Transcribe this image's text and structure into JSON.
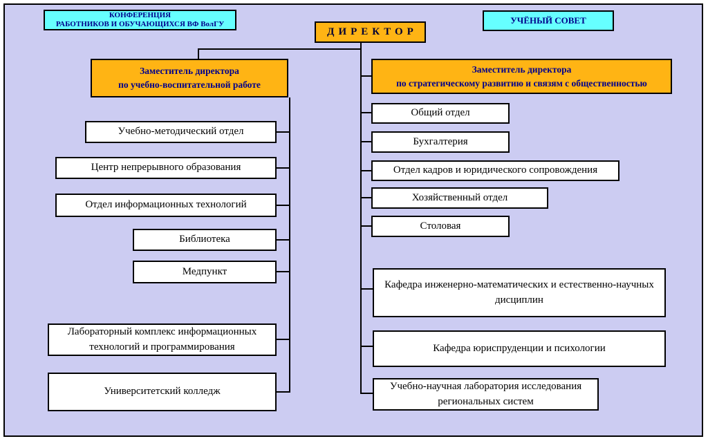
{
  "colors": {
    "panel_bg": "#ccccf2",
    "accent_orange": "#ffb414",
    "accent_cyan": "#66ffff",
    "header_text": "#00008b",
    "line_color": "#000000"
  },
  "governance": {
    "conference": {
      "lines": [
        "КОНФЕРЕНЦИЯ",
        "РАБОТНИКОВ И ОБУЧАЮЩИХСЯ ВФ ВолГУ"
      ]
    },
    "council": {
      "label": "УЧЁНЫЙ СОВЕТ"
    },
    "director": {
      "label": "ДИРЕКТОР"
    }
  },
  "left_branch": {
    "head": {
      "lines": [
        "Заместитель директора",
        "по учебно-воспитательной работе"
      ]
    },
    "units": [
      {
        "label": "Учебно-методический отдел"
      },
      {
        "label": "Центр непрерывного образования"
      },
      {
        "label": "Отдел информационных технологий"
      },
      {
        "label": "Библиотека"
      },
      {
        "label": "Медпункт"
      },
      {
        "label": "Лабораторный комплекс информационных технологий и программирования"
      },
      {
        "label": "Университетский колледж"
      }
    ]
  },
  "right_branch": {
    "head": {
      "lines": [
        "Заместитель директора",
        "по стратегическому развитию и связям с общественностью"
      ]
    },
    "units": [
      {
        "label": "Общий отдел"
      },
      {
        "label": "Бухгалтерия"
      },
      {
        "label": "Отдел кадров и юридического сопровождения"
      },
      {
        "label": "Хозяйственный отдел"
      },
      {
        "label": "Столовая"
      },
      {
        "label": "Кафедра инженерно-математических и естественно-научных дисциплин"
      },
      {
        "label": "Кафедра юриспруденции и психологии"
      },
      {
        "label": "Учебно-научная лаборатория исследования региональных систем"
      }
    ]
  }
}
